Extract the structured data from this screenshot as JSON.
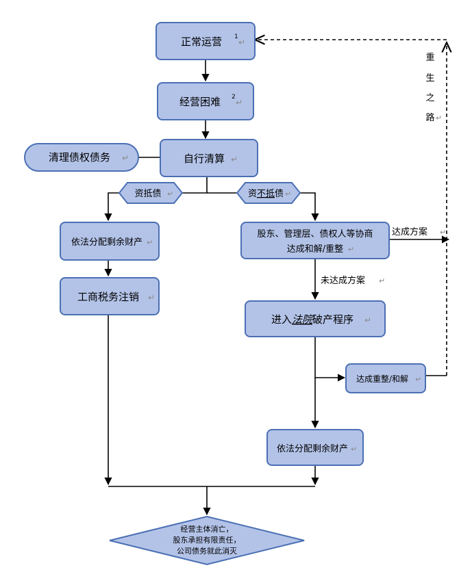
{
  "nodes": {
    "normal_operation": "正常运营",
    "normal_sup": "1",
    "difficulty": "经营困难",
    "difficulty_sup": "2",
    "self_liquidation": "自行清算",
    "clear_debts": "清理债权债务",
    "assets_cover": "资抵债",
    "assets_not_cover_pre": "资",
    "assets_not_cover_mid": "不抵",
    "assets_not_cover_post": "债",
    "distribute_left": "依法分配剩余财产",
    "deregister": "工商税务注销",
    "negotiate_line1": "股东、管理层、债权人等协商",
    "negotiate_line2": "达成和解/重整",
    "enter_pre": "进入",
    "enter_court": "法院",
    "enter_post": "破产程序",
    "reach_reorg": "达成重整/和解",
    "distribute_right": "依法分配剩余财产",
    "end_line1": "经营主体消亡，",
    "end_line2": "股东承担有限责任，",
    "end_line3": "公司债务就此消灭"
  },
  "labels": {
    "reached_plan": "达成方案",
    "not_reached_plan": "未达成方案",
    "rebirth": [
      "重",
      "生",
      "之",
      "路"
    ]
  },
  "colors": {
    "box_fill": "#b3c3e8",
    "box_stroke": "#4a6fb3"
  }
}
